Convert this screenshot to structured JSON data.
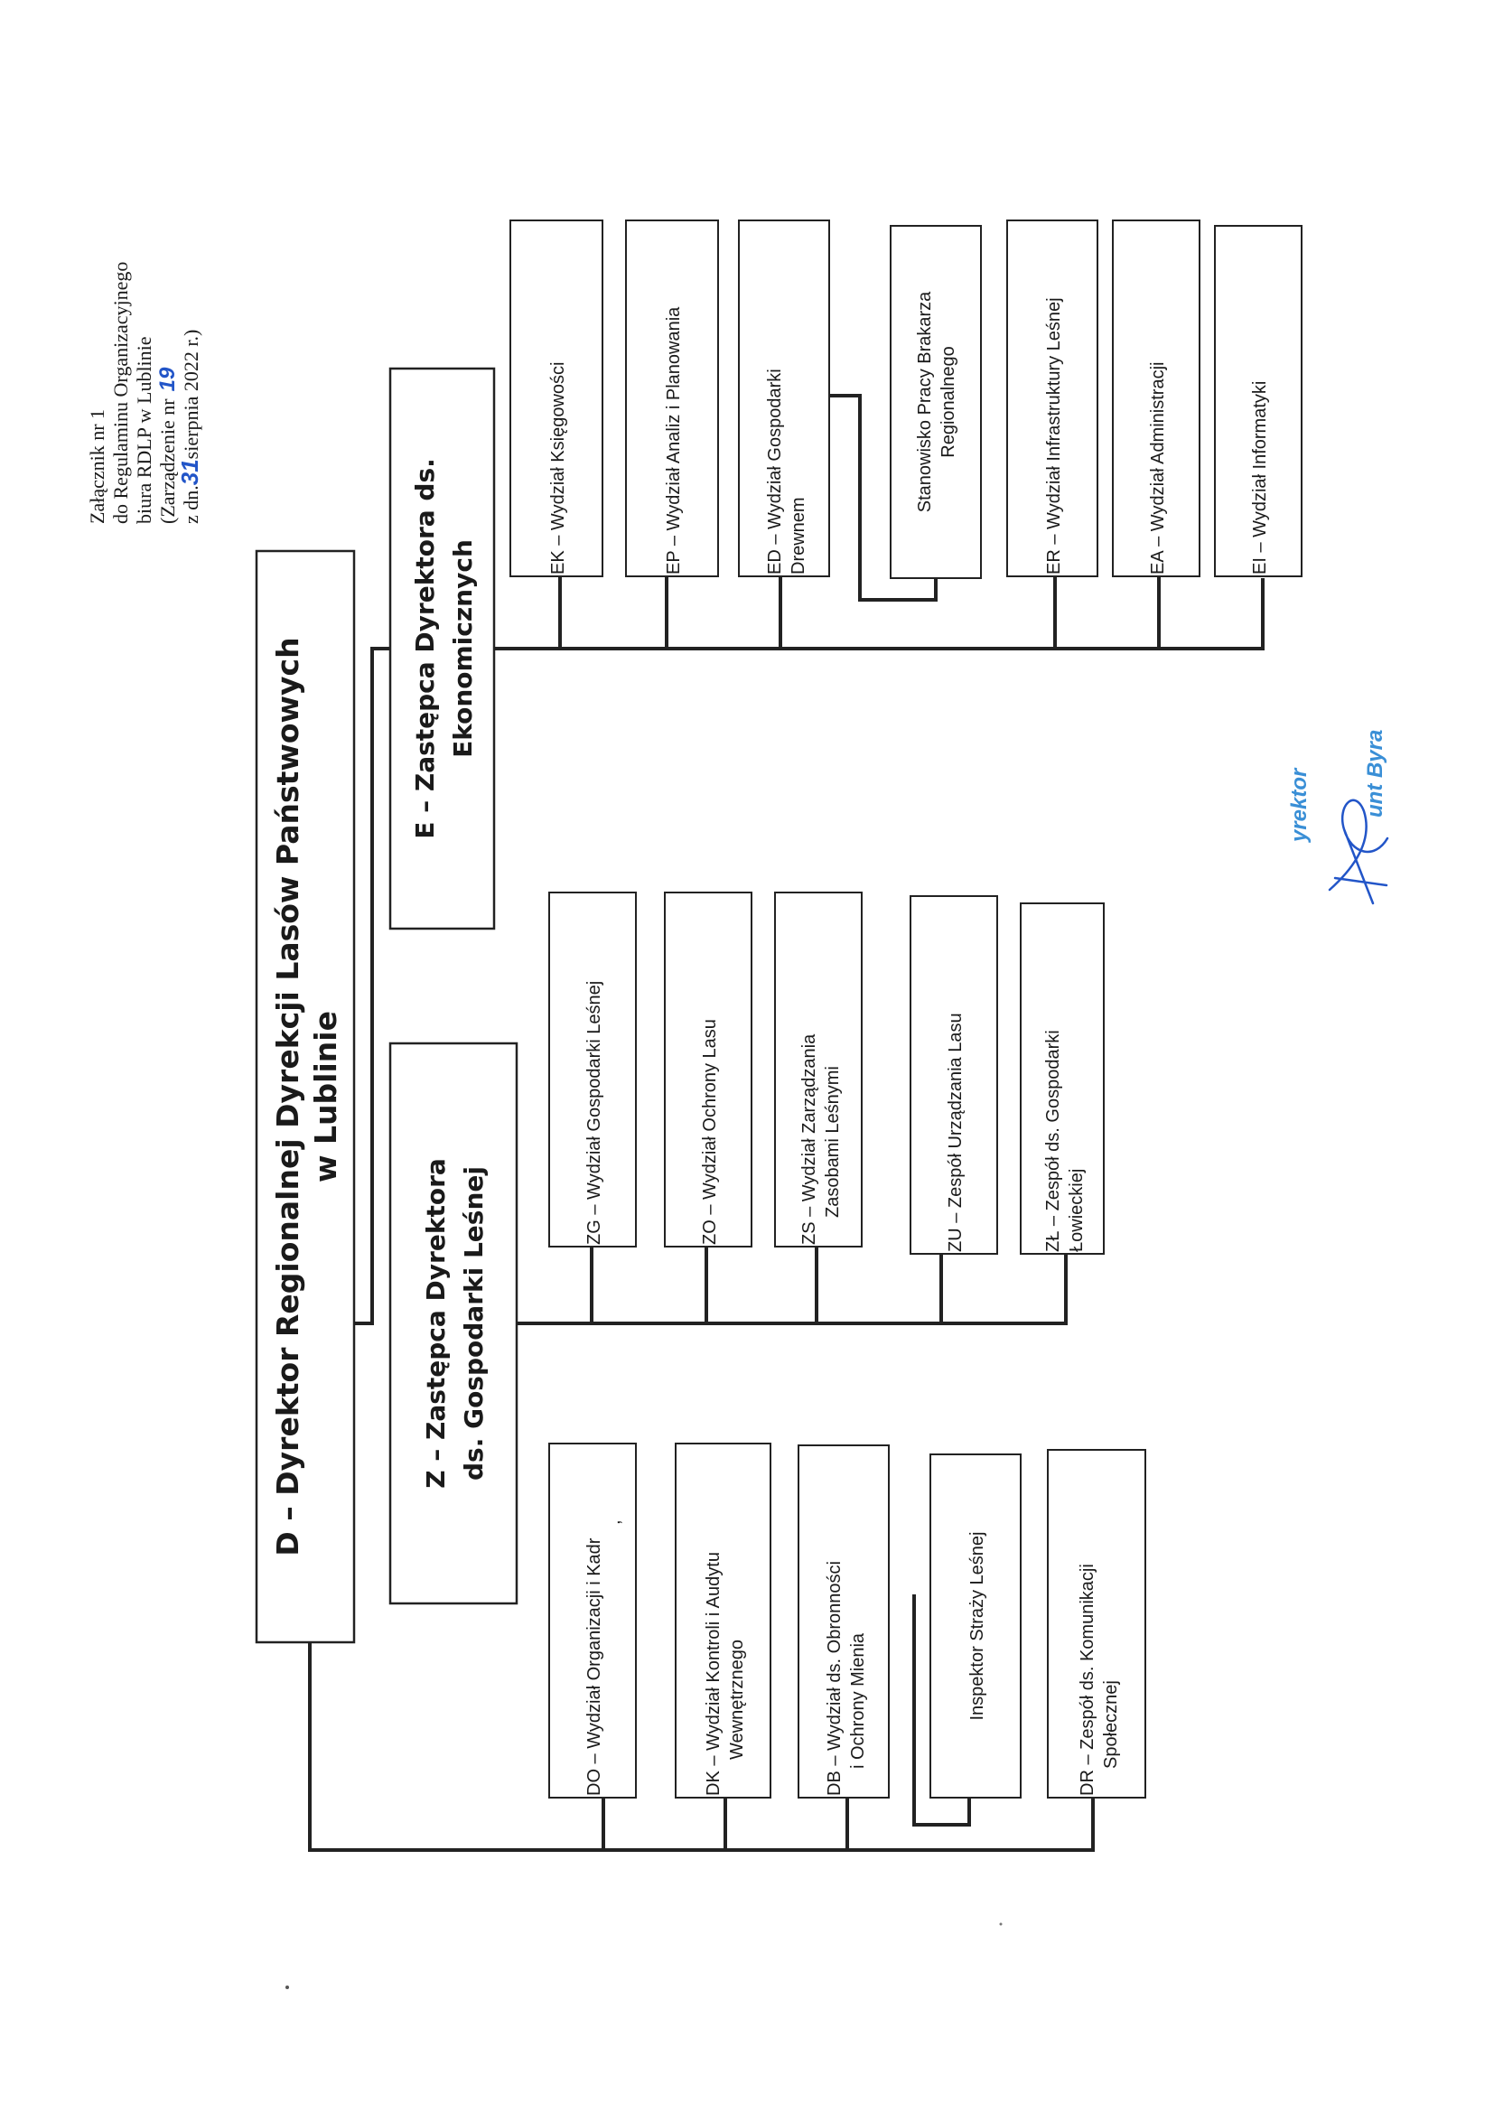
{
  "annex": {
    "line1": "Załącznik nr 1",
    "line2": "do Regulaminu Organizacyjnego",
    "line3": "biura RDLP w Lublinie",
    "line4_prefix": "(Zarządzenie nr",
    "line4_number": "19",
    "line5_prefix": "z dn.",
    "line5_day": "31",
    "line5_suffix": "sierpnia  2022  r.)"
  },
  "director": {
    "line1": "D – Dyrektor Regionalnej Dyrekcji  Lasów Państwowych",
    "line2": "w Lublinie"
  },
  "deputy_z": {
    "line1": "Z – Zastępca Dyrektora",
    "line2": "ds. Gospodarki Leśnej"
  },
  "deputy_e": {
    "line1": "E – Zastępca Dyrektora ds.",
    "line2": "Ekonomicznych"
  },
  "d_units": [
    {
      "line1": "DO – Wydział Organizacji i Kadr",
      "line2": ","
    },
    {
      "line1": "DK  –  Wydział  Kontroli  i  Audytu",
      "line2": "Wewnętrznego"
    },
    {
      "line1": "DB  –  Wydział  ds.  Obronności",
      "line2": "i  Ochrony Mienia"
    },
    {
      "line1": "Inspektor Straży Leśnej",
      "line2": ""
    },
    {
      "line1": "DR  –  Zespół  ds.  Komunikacji",
      "line2": "Społecznej"
    }
  ],
  "z_units": [
    {
      "line1": "ZG – Wydział Gospodarki Leśnej",
      "line2": ""
    },
    {
      "line1": "ZO – Wydział Ochrony Lasu",
      "line2": ""
    },
    {
      "line1": "ZS  –  Wydział  Zarządzania",
      "line2": "Zasobami Leśnymi"
    },
    {
      "line1": "ZU – Zespół Urządzania Lasu",
      "line2": ""
    },
    {
      "line1": "ZŁ  –  Zespół  ds.  Gospodarki",
      "line2": "Łowieckiej"
    }
  ],
  "e_units": [
    {
      "line1": "EK – Wydział Księgowości",
      "line2": ""
    },
    {
      "line1": "EP – Wydział Analiz i Planowania",
      "line2": ""
    },
    {
      "line1": "ED  –  Wydział  Gospodarki",
      "line2": "Drewnem"
    },
    {
      "line1": "Stanowisko Pracy Brakarza",
      "line2": "Regionalnego"
    },
    {
      "line1": "ER – Wydział Infrastruktury Leśnej",
      "line2": ""
    },
    {
      "line1": "EA – Wydział Administracji",
      "line2": ""
    },
    {
      "line1": "EI – Wydział Informatyki",
      "line2": ""
    }
  ],
  "signature": {
    "title": "yrektor",
    "name": "unt Byra"
  },
  "colors": {
    "ink": "#1a1a1a",
    "signature": "#3a8fd6",
    "handwriting": "#2255c8"
  }
}
